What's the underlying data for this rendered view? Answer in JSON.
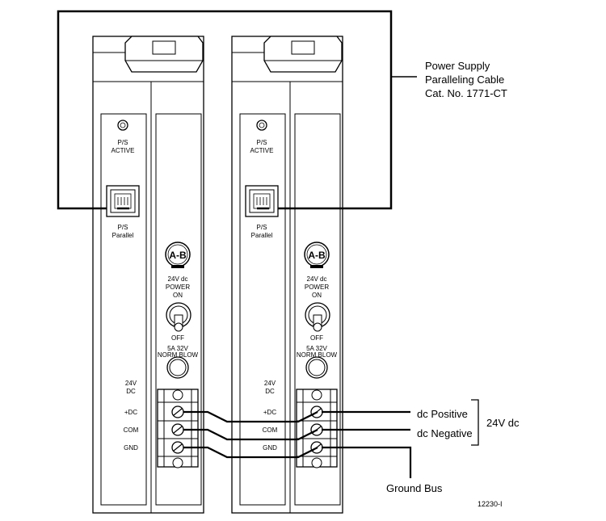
{
  "colors": {
    "line": "#000000",
    "background": "#ffffff"
  },
  "cable_callout": {
    "line1": "Power Supply",
    "line2": "Paralleling Cable",
    "line3": "Cat. No. 1771-CT"
  },
  "module_labels": {
    "ps_active_line1": "P/S",
    "ps_active_line2": "ACTIVE",
    "ps_parallel_line1": "P/S",
    "ps_parallel_line2": "Parallel",
    "brand": "A-B",
    "power_line1": "24V dc",
    "power_line2": "POWER",
    "power_on": "ON",
    "power_off": "OFF",
    "fuse_line1": "5A 32V",
    "fuse_line2": "NORM BLOW",
    "dc_line1": "24V",
    "dc_line2": "DC",
    "terminal_plus_dc": "+DC",
    "terminal_com": "COM",
    "terminal_gnd": "GND"
  },
  "wiring": {
    "dc_positive": "dc Positive",
    "dc_negative": "dc Negative",
    "supply_voltage": "24V dc",
    "ground_bus": "Ground Bus"
  },
  "figure_id": "12230-I"
}
